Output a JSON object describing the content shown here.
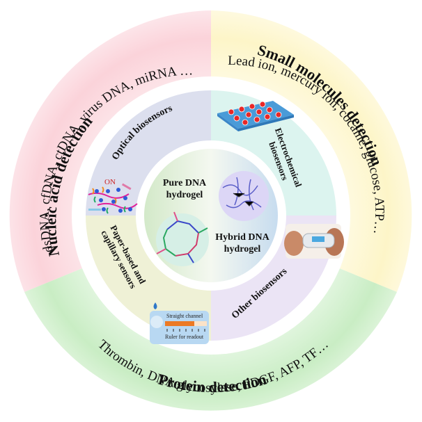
{
  "outer_ring": {
    "nucleic": {
      "title": "Nucleic acid detection",
      "items": "dsDNA, cfDNA, ctDNA, virus DNA, miRNA …",
      "color": "#fbd6dc"
    },
    "small_molecules": {
      "title": "Small molecules detection",
      "items": "Lead ion, mercury ion, cocaine, glucose, ATP…",
      "color": "#fdf6cf"
    },
    "protein": {
      "title": "Protein detection",
      "items": "Thrombin, DNA glycosylase, PDGF, AFP, TF…",
      "color": "#cdeec9"
    }
  },
  "middle_ring": {
    "optical": {
      "label": "Optical biosensors",
      "icon_label": "ON",
      "color": "#d4d9ec"
    },
    "electrochemical": {
      "label_line1": "Electrochemical",
      "label_line2": "biosensors",
      "color": "#d8f3ee"
    },
    "paper": {
      "label_line1": "Paper-based and",
      "label_line2": "capillary sensors",
      "channel_label": "Straight channel",
      "ruler_label": "Ruler for readout",
      "color": "#eef0cf"
    },
    "other": {
      "label": "Other biosensors",
      "color": "#e6def4"
    }
  },
  "center": {
    "pure": {
      "line1": "Pure DNA",
      "line2": "hydrogel",
      "color": "#d6ebcf"
    },
    "hybrid": {
      "line1": "Hybrid DNA",
      "line2": "hydrogel",
      "color": "#cfe0f0"
    }
  }
}
